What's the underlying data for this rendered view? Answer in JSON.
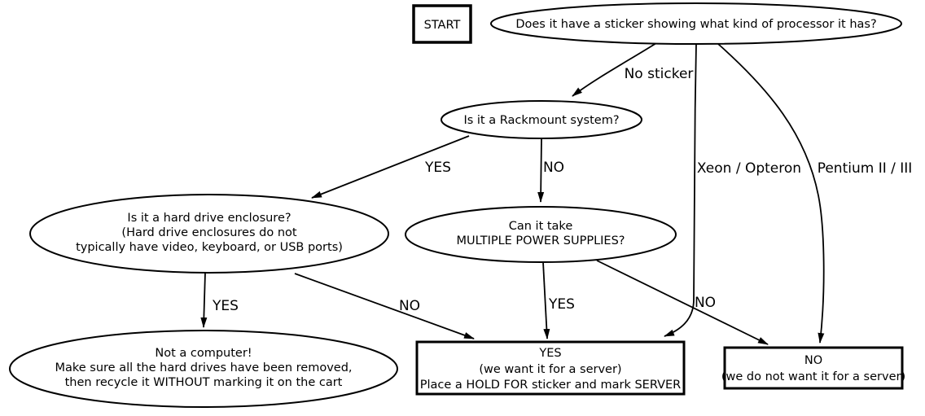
{
  "diagram": {
    "type": "flowchart",
    "colors": {
      "background": "#ffffff",
      "stroke": "#000000",
      "text": "#000000"
    },
    "nodes": {
      "start": {
        "shape": "rectangle",
        "label": "START"
      },
      "sticker_question": {
        "shape": "ellipse",
        "label": "Does it have a sticker showing what kind of processor it has?"
      },
      "rackmount_question": {
        "shape": "ellipse",
        "label": "Is it a Rackmount system?"
      },
      "enclosure_question": {
        "shape": "ellipse",
        "lines": [
          "Is it a hard drive enclosure?",
          "(Hard drive enclosures do not",
          "typically have video, keyboard, or USB ports)"
        ]
      },
      "power_question": {
        "shape": "ellipse",
        "lines": [
          "Can it take",
          "MULTIPLE POWER SUPPLIES?"
        ]
      },
      "not_computer": {
        "shape": "ellipse",
        "lines": [
          "Not a computer!",
          "Make sure all the hard drives have been removed,",
          "then recycle it WITHOUT marking it on the cart"
        ]
      },
      "yes_server": {
        "shape": "rectangle",
        "lines": [
          "YES",
          "(we want it for a server)",
          "Place a HOLD FOR sticker and mark SERVER"
        ]
      },
      "no_server": {
        "shape": "rectangle",
        "lines": [
          "NO",
          "(we do not want it for a server)"
        ]
      }
    },
    "edges": {
      "no_sticker": {
        "label": "No sticker",
        "from": "sticker_question",
        "to": "rackmount_question"
      },
      "xeon_opteron": {
        "label": "Xeon / Opteron",
        "from": "sticker_question",
        "to": "yes_server"
      },
      "pentium": {
        "label": "Pentium II / III",
        "from": "sticker_question",
        "to": "no_server"
      },
      "rackmount_yes": {
        "label": "YES",
        "from": "rackmount_question",
        "to": "enclosure_question"
      },
      "rackmount_no": {
        "label": "NO",
        "from": "rackmount_question",
        "to": "power_question"
      },
      "enclosure_yes": {
        "label": "YES",
        "from": "enclosure_question",
        "to": "not_computer"
      },
      "enclosure_no": {
        "label": "NO",
        "from": "enclosure_question",
        "to": "yes_server"
      },
      "power_yes": {
        "label": "YES",
        "from": "power_question",
        "to": "yes_server"
      },
      "power_no": {
        "label": "NO",
        "from": "power_question",
        "to": "no_server"
      }
    }
  }
}
